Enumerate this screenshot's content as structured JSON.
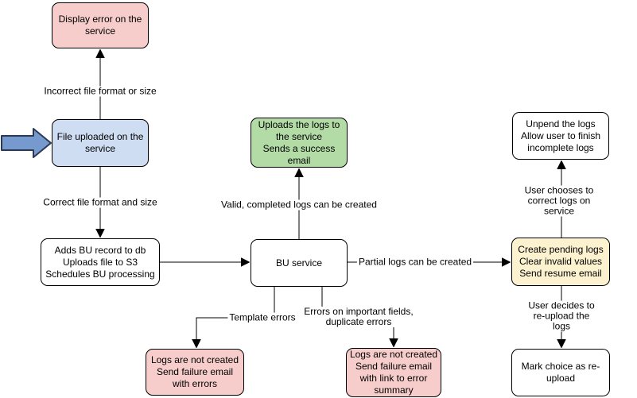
{
  "diagram": {
    "nodes": {
      "display_error": {
        "text": "Display error on the\nservice",
        "fill": "#f6cdcb"
      },
      "file_uploaded": {
        "text": "File uploaded on the\nservice",
        "fill": "#cfddf3"
      },
      "adds_bu": {
        "text": "Adds BU record to db\nUploads file to S3\nSchedules BU processing",
        "fill": "#ffffff"
      },
      "bu_service": {
        "text": "BU service",
        "fill": "#ffffff"
      },
      "uploads_logs": {
        "text": "Uploads the logs to\nthe service\nSends a success\nemail",
        "fill": "#b2dba6"
      },
      "unpend": {
        "text": "Unpend the logs\nAllow user to finish\nincomplete logs",
        "fill": "#ffffff"
      },
      "create_pending": {
        "text": "Create pending logs\nClear invalid values\nSend resume email",
        "fill": "#fdf2cf"
      },
      "mark_choice": {
        "text": "Mark choice as re-\nupload",
        "fill": "#ffffff"
      },
      "logs_fail_errors": {
        "text": "Logs are not created\nSend failure email\nwith errors",
        "fill": "#f6cdcb"
      },
      "logs_fail_summary": {
        "text": "Logs are not created\nSend failure email\nwith link to error\nsummary",
        "fill": "#f6cdcb"
      }
    },
    "edge_labels": {
      "incorrect_format": "Incorrect file format or size",
      "correct_format": "Correct file format and size",
      "valid_completed": "Valid, completed logs can be created",
      "partial_logs": "Partial logs can be created",
      "template_errors": "Template errors",
      "important_fields": "Errors on important fields,\nduplicate errors",
      "user_chooses": "User chooses to correct logs on service",
      "user_decides": "User decides to re-upload the logs"
    },
    "colors": {
      "pink_fill": "#f6cdcb",
      "blue_fill": "#cfddf3",
      "green_fill": "#b2dba6",
      "yellow_fill": "#fdf2cf",
      "white_fill": "#ffffff",
      "border": "#000000",
      "block_arrow_fill": "#7699ce",
      "block_arrow_stroke": "#2a3a55"
    }
  }
}
